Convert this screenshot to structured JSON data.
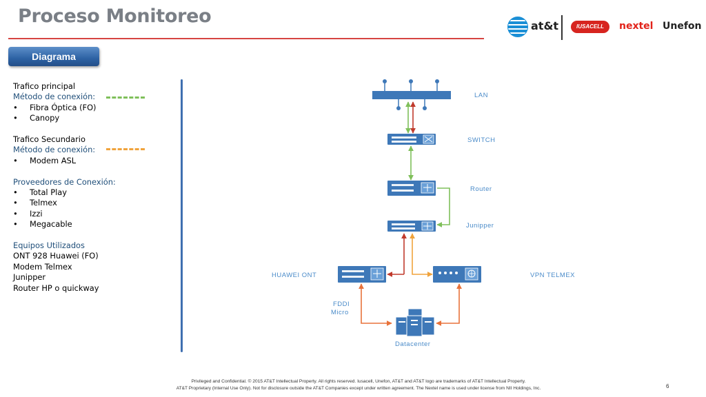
{
  "header": {
    "title": "Proceso Monitoreo",
    "logos": {
      "att": "at&t",
      "iusacell": "IUSACELL",
      "nextel": "nextel",
      "unefon": "Unefon"
    }
  },
  "tag": "Diagrama",
  "left_panel": {
    "primary_title": "Trafico principal",
    "primary_method": "Método de conexión:",
    "primary_items": [
      "Fibra Óptica (FO)",
      "Canopy"
    ],
    "secondary_title": "Trafico Secundario",
    "secondary_method": "Método de conexión:",
    "secondary_items": [
      "Modem ASL"
    ],
    "providers_title": "Proveedores de Conexión:",
    "providers": [
      "Total Play",
      "Telmex",
      "Izzi",
      "Megacable"
    ],
    "equipment_title": "Equipos Utilizados",
    "equipment": [
      "ONT 928 Huawei (FO)",
      "Modem Telmex",
      "Junipper",
      "Router HP o quickway"
    ]
  },
  "diagram": {
    "labels": {
      "lan": "LAN",
      "switch": "SWITCH",
      "router": "Router",
      "junipper": "Junipper",
      "huawei": "HUAWEI ONT",
      "vpn": "VPN TELMEX",
      "fddi_1": "FDDI",
      "fddi_2": "Micro",
      "datacenter": "Datacenter"
    },
    "colors": {
      "device": "#3e78b8",
      "primary_link": "#7fbf5a",
      "secondary_link": "#f0a33c",
      "red_link": "#c0392b",
      "datacenter_link": "#e8723a",
      "accent_rule": "#d64541"
    }
  },
  "footer": {
    "line1": "Privileged and Confidential. © 2015 AT&T Intellectual Property. All rights reserved. Iusacell, Unefon, AT&T and AT&T logo are trademarks of AT&T Intellectual Property.",
    "line2": "AT&T Proprietary (Internal Use Only). Not for disclosure outside the AT&T Companies except under written agreement. The Nextel name is used under license from NII Holdings, Inc.",
    "page": "6"
  }
}
